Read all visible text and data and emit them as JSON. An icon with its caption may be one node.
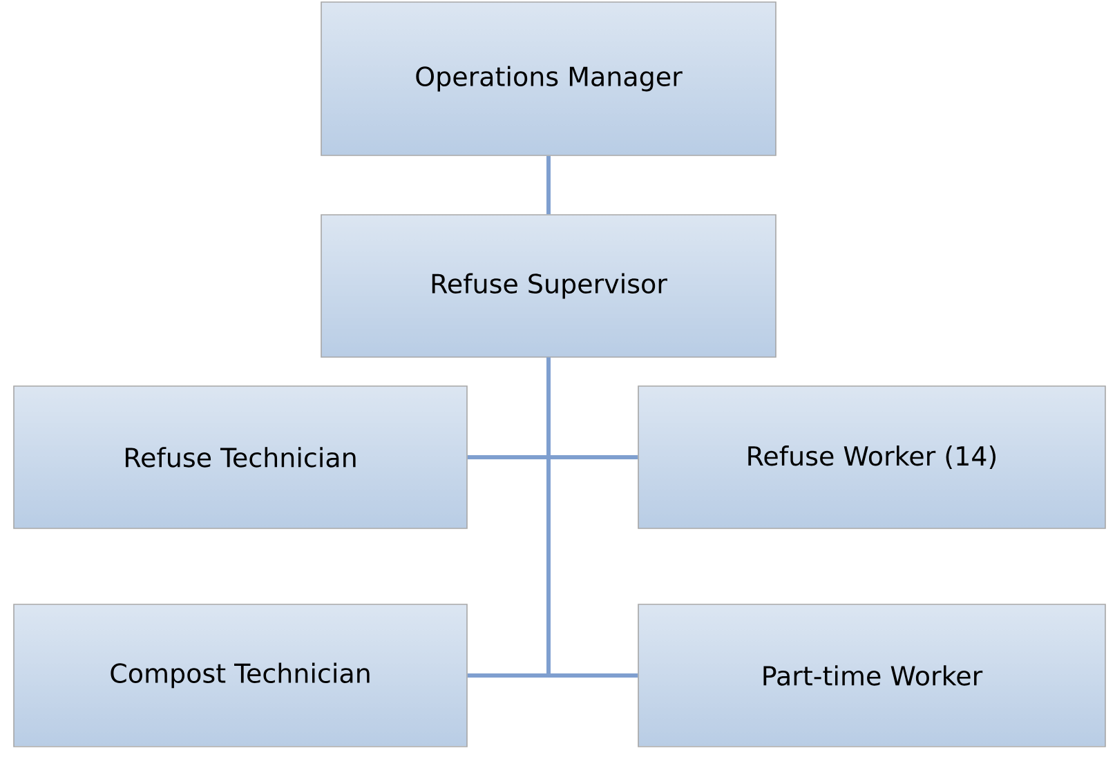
{
  "diagram": {
    "nodes": [
      {
        "text": [
          "Operations Manager"
        ]
      },
      {
        "text": [
          "Refuse Supervisor"
        ]
      },
      {
        "text": [
          "Refuse Technician"
        ]
      },
      {
        "text": [
          "Refuse Worker (14)"
        ]
      },
      {
        "text": [
          "Compost Technician"
        ]
      },
      {
        "text": [
          "Part-time Worker"
        ]
      }
    ],
    "edges": [
      {
        "from": 0,
        "to": 1,
        "arrow": "none"
      },
      {
        "from": 1,
        "to": 2,
        "arrow": "none"
      },
      {
        "from": 1,
        "to": 3,
        "arrow": "none"
      },
      {
        "from": 1,
        "to": 4,
        "arrow": "none"
      },
      {
        "from": 1,
        "to": 5,
        "arrow": "none"
      }
    ]
  }
}
